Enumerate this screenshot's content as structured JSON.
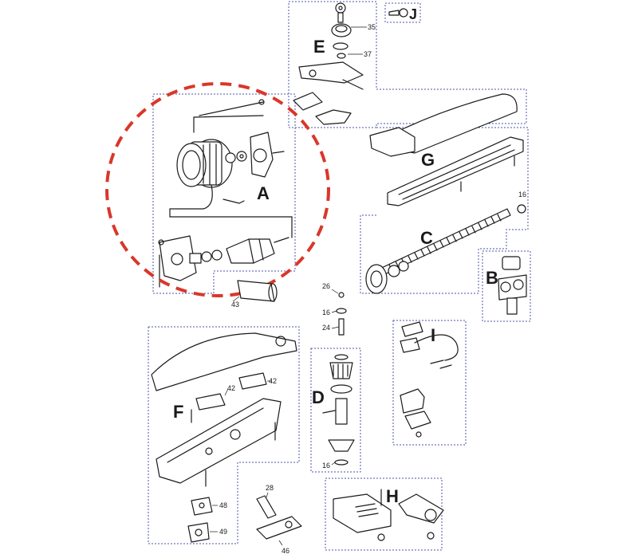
{
  "groups": {
    "A": "A",
    "B": "B",
    "C": "C",
    "D": "D",
    "E": "E",
    "F": "F",
    "G": "G",
    "H": "H",
    "I": "I",
    "J": "J"
  },
  "parts": {
    "p35": "35",
    "p37": "37",
    "p16_top": "16",
    "p43": "43",
    "p26": "26",
    "p16_mid": "16",
    "p24": "24",
    "p16_low": "16",
    "p42_a": "42",
    "p42_b": "42",
    "p48": "48",
    "p49": "49",
    "p28": "28",
    "p46": "46"
  },
  "colors": {
    "highlight_circle": "#d9372a",
    "group_box": "#4b55a8"
  }
}
